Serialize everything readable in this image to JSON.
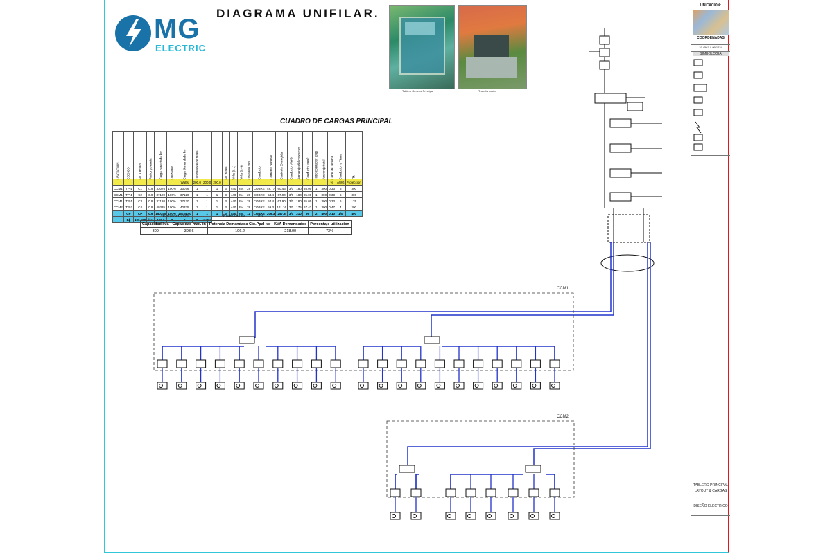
{
  "header": {
    "title": "DIAGRAMA UNIFILAR.",
    "logo_text": "MG",
    "logo_sub": "ELECTRIC"
  },
  "photos": {
    "photo1_caption": "Tablero General Principal",
    "photo2_caption": "Transformador"
  },
  "load_table": {
    "title": "CUADRO DE CARGAS  PRINCIPAL",
    "headers": [
      "UBICACION",
      "CODIGO",
      "No. Circuito",
      "Factor potencia",
      "Carga conectada kw",
      "Utilizacion",
      "Carga demandada kw",
      "Desbalance de fases",
      "",
      "",
      "No. fases",
      "Volts (L-L)",
      "Volts (L-N)",
      "Distancia mts",
      "Conductor",
      "Corriente nominal",
      "Corriente Corregida",
      "Conductor AWG",
      "Amperaje del conductor",
      "Conductor mm2",
      "Tubo conductor (plg)",
      "Amperaje total",
      "Caida de Tension",
      "Conductor a Tierra",
      "ITM"
    ],
    "units": [
      "",
      "",
      "",
      "",
      "",
      "",
      "Watts",
      "200.0",
      "200.0",
      "200.0",
      "",
      "",
      "",
      "",
      "",
      "",
      "",
      "",
      "",
      "",
      "",
      "",
      "%",
      "AWG",
      "Proteccion"
    ],
    "rows": [
      [
        "CCM1",
        "(TP)1",
        "C1",
        "0.9",
        "33076",
        "100%",
        "33076",
        "1",
        "1",
        "1",
        "3",
        "440",
        "254",
        "28",
        "COBRE",
        "48.77",
        "60.46",
        "3/0",
        "180",
        "85.00",
        "1",
        "300",
        "0.33",
        "6",
        "300"
      ],
      [
        "CCM1",
        "(TP)1",
        "C2",
        "0.9",
        "37120",
        "100%",
        "37120",
        "1",
        "1",
        "1",
        "3",
        "440",
        "254",
        "28",
        "COBRE",
        "54.4",
        "67.90",
        "3/0",
        "180",
        "85.00",
        "1",
        "300",
        "0.33",
        "6",
        "300"
      ],
      [
        "CCM1",
        "(TP)1",
        "C3",
        "0.9",
        "37120",
        "100%",
        "37120",
        "1",
        "1",
        "1",
        "3",
        "440",
        "254",
        "28",
        "COBRE",
        "54.4",
        "67.90",
        "3/0",
        "180",
        "85.00",
        "1",
        "300",
        "0.33",
        "6",
        "125"
      ],
      [
        "CCM2",
        "(TP)2",
        "C4",
        "0.9",
        "40335",
        "100%",
        "40335",
        "1",
        "1",
        "1",
        "3",
        "440",
        "254",
        "28",
        "COBRE",
        "59.3",
        "101.16",
        "3/0",
        "175",
        "67.43",
        "1",
        "300",
        "0.47",
        "4",
        "200"
      ]
    ],
    "total": [
      "",
      "CP",
      "CP",
      "0.9",
      "150340",
      "100%",
      "150340.0",
      "1",
      "1",
      "1",
      "3",
      "440",
      "254",
      "11",
      "COBRE",
      "206.3",
      "257.8",
      "3/0",
      "210",
      "95",
      "2",
      "400",
      "0.10",
      "1/0",
      "400"
    ],
    "subtotal": [
      "",
      "1ϕ",
      "196.150",
      "kw",
      "196.2",
      "0",
      "0",
      "0",
      "watts"
    ],
    "protection_label": "Protecciones",
    "protection_value": "0%"
  },
  "trafo_table": {
    "caption": "TRANSFORMADOR",
    "headers": [
      "Capacidad kva",
      "Capacidad max. in",
      "Potencia Demandada Cto.Ppal kw",
      "KVA Demandados",
      "Porcentaje utilizacion"
    ],
    "values": [
      "300",
      "393.6",
      "196.2",
      "218.00",
      "73%"
    ]
  },
  "ccm": {
    "ccm1_label": "CCM1",
    "ccm2_label": "CCM2"
  },
  "right_panel": {
    "location_label": "UBICACION:",
    "coords_label": "COORDENADAS",
    "coords_value": "19.4567 / -99.1234",
    "symbols_label": "SIMBOLOGIA",
    "project_label": "TABLERO PRINCIPAL",
    "project_sub": "LAYOUT & CARGAS",
    "notes": "DISEÑO ELECTRICO"
  },
  "colors": {
    "wire": "#2233cc",
    "border_left": "#30c8d8",
    "border_right": "#e01818",
    "logo": "#1a73a8",
    "table_yellow": "#f2ea4a",
    "table_cyan": "#58c8e8"
  }
}
